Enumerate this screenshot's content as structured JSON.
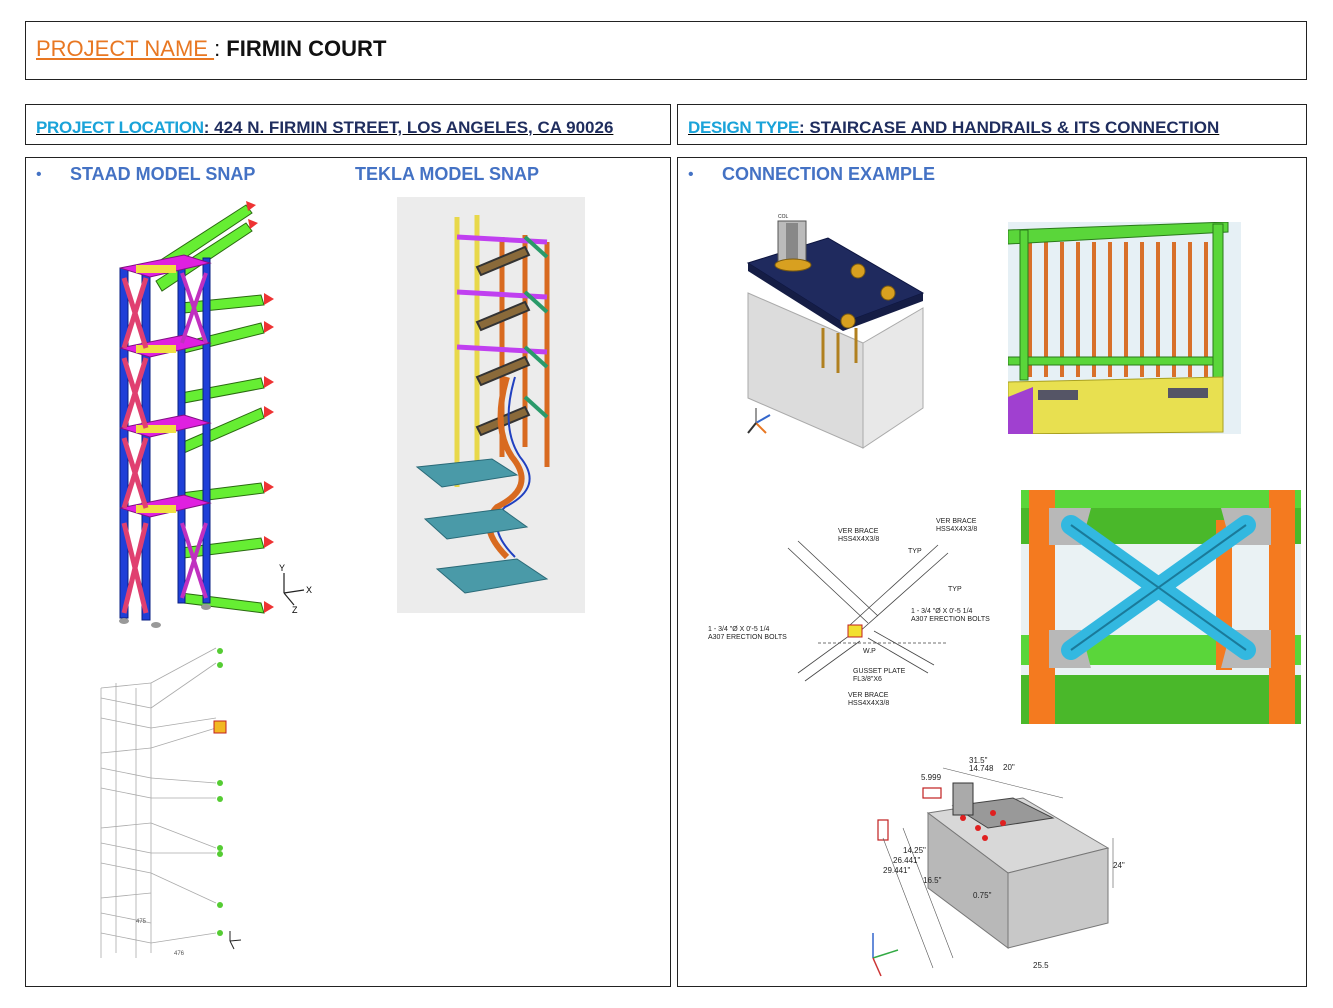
{
  "header": {
    "project_name_label": "PROJECT NAME ",
    "separator": " :  ",
    "project_name_value": "FIRMIN COURT"
  },
  "location": {
    "label": "PROJECT LOCATION",
    "value": ":  424 N. FIRMIN STREET, LOS ANGELES, CA 90026"
  },
  "design": {
    "label": "DESIGN TYPE",
    "value": ": STAIRCASE AND HANDRAILS & ITS CONNECTION"
  },
  "left_panel": {
    "bullet": "•",
    "staad_heading": "STAAD MODEL SNAP",
    "tekla_heading": "TEKLA MODEL SNAP"
  },
  "right_panel": {
    "bullet": "•",
    "connection_heading": "CONNECTION EXAMPLE"
  },
  "drawings": {
    "axis_y": "Y",
    "axis_x": "X",
    "axis_z": "Z",
    "col_label": "COL",
    "ver_brace_1": "VER BRACE",
    "hss_1": "HSS4X4X3/8",
    "ver_brace_2": "VER BRACE",
    "hss_2": "HSS4X4X3/8",
    "ver_brace_3": "VER BRACE",
    "hss_3": "HSS4X4X3/8",
    "bolts_1": "1 - 3/4 \"Ø X 0'-5 1/4",
    "bolts_1b": "A307 ERECTION BOLTS",
    "bolts_2": "1 - 3/4 \"Ø X 0'-5 1/4",
    "bolts_2b": "A307 ERECTION BOLTS",
    "gusset": "GUSSET PLATE",
    "gusset_b": "FL3/8\"X6",
    "wp": "W.P",
    "typ_1": "TYP",
    "typ_2": "TYP",
    "dim_1": "31.5\"",
    "dim_2": "14.748",
    "dim_3": "20\"",
    "dim_4": "5.999",
    "dim_5": "24\"",
    "dim_6": "14.25\"",
    "dim_7": "26.441\"",
    "dim_8": "29.441\"",
    "dim_9": "16.5\"",
    "dim_10": "0.75\"",
    "dim_11": "25.5",
    "node_1": "475",
    "node_2": "476"
  },
  "colors": {
    "title_orange": "#e87722",
    "label_cyan": "#1aa3d9",
    "value_navy": "#1f2d5e",
    "heading_blue": "#4472c4",
    "staad_blue": "#1f3fd8",
    "staad_magenta": "#e020e0",
    "staad_green": "#66ee33",
    "tekla_yellow": "#e8d84a",
    "tekla_purple": "#c040f0",
    "brace_cyan": "#33b8e0",
    "column_orange": "#f47a1f"
  }
}
